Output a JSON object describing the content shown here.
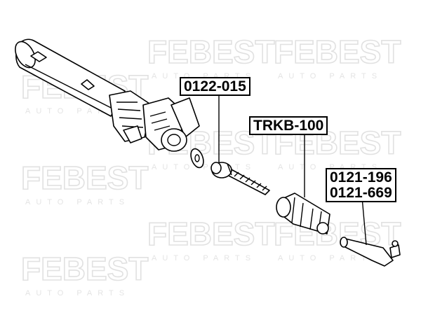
{
  "watermark": {
    "brand": "FEBEST",
    "tagline": "AUTO PARTS"
  },
  "parts": [
    {
      "lines": [
        "0122-015"
      ]
    },
    {
      "lines": [
        "TRKB-100"
      ]
    },
    {
      "lines": [
        "0121-196",
        "0121-669"
      ]
    }
  ],
  "colors": {
    "ink": "#000000",
    "watermark": "#e1e1e1",
    "background": "#ffffff"
  }
}
